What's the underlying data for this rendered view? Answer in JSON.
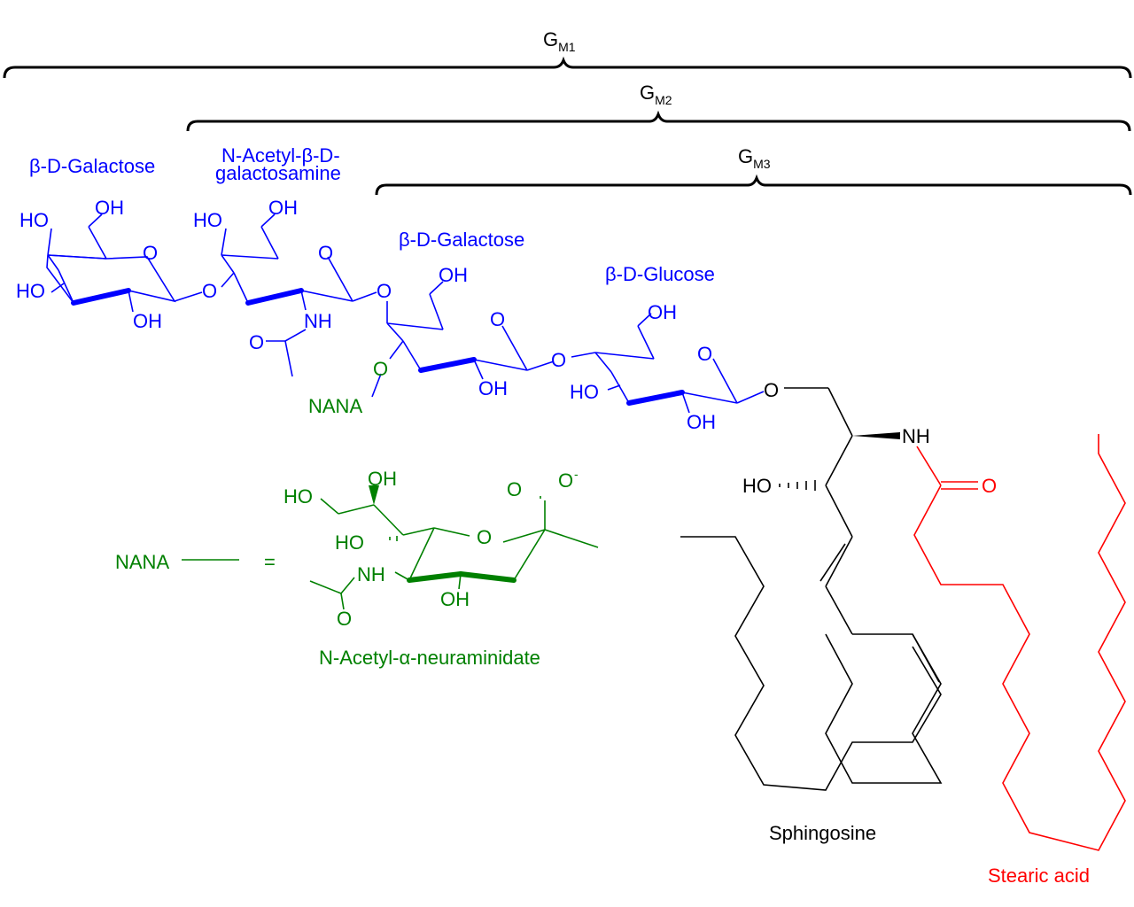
{
  "colors": {
    "glycan": "#0000ff",
    "sialic": "#008000",
    "sphingosine": "#000000",
    "fatty_acid": "#ff0000"
  },
  "brackets": {
    "gm1": {
      "main": "G",
      "sub": "M1"
    },
    "gm2": {
      "main": "G",
      "sub": "M2"
    },
    "gm3": {
      "main": "G",
      "sub": "M3"
    }
  },
  "sugar_labels": {
    "galactose_terminal": "β-D-Galactose",
    "galnac_line1": "N-Acetyl-β-D-",
    "galnac_line2": "galactosamine",
    "galactose_inner": "β-D-Galactose",
    "glucose": "β-D-Glucose"
  },
  "atoms": {
    "oh": "OH",
    "ho": "HO",
    "o": "O",
    "nh": "NH",
    "nana": "NANA",
    "o_minus": "-"
  },
  "legend": {
    "nana_left": "NANA",
    "equals": "=",
    "nana_name": "N-Acetyl-α-neuraminidate"
  },
  "components": {
    "sphingosine": "Sphingosine",
    "stearic_acid": "Stearic acid"
  }
}
